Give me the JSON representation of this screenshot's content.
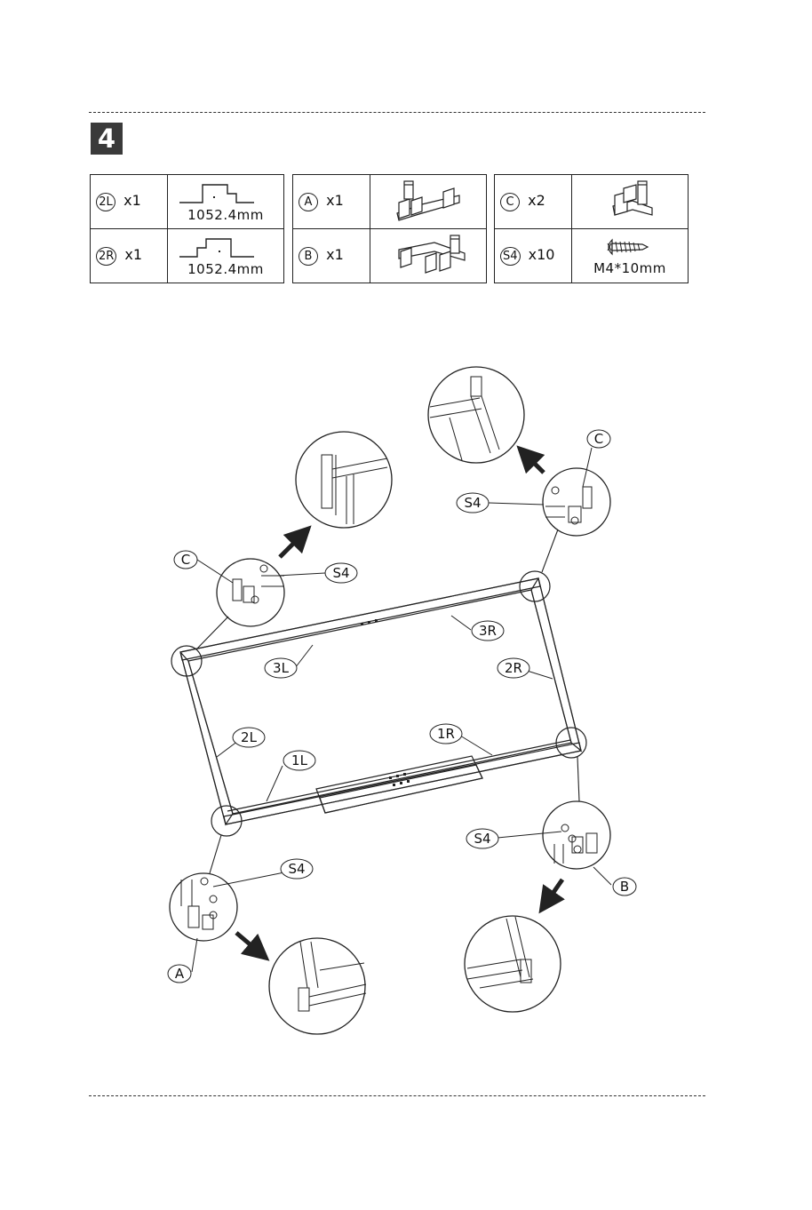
{
  "step": {
    "number": "4"
  },
  "parts": {
    "frames": [
      {
        "id": "2L",
        "qty": "x1",
        "dimension": "1052.4mm"
      },
      {
        "id": "2R",
        "qty": "x1",
        "dimension": "1052.4mm"
      }
    ],
    "corners": [
      {
        "id": "A",
        "qty": "x1"
      },
      {
        "id": "B",
        "qty": "x1"
      }
    ],
    "hardware": [
      {
        "id": "C",
        "qty": "x2",
        "size": ""
      },
      {
        "id": "S4",
        "qty": "x10",
        "size": "M4*10mm"
      }
    ]
  },
  "callouts": {
    "c_top_left": "C",
    "s4_top_left": "S4",
    "c_top_right": "C",
    "s4_top_right": "S4",
    "label_3l": "3L",
    "label_3r": "3R",
    "label_2l": "2L",
    "label_2r": "2R",
    "label_1l": "1L",
    "label_1r": "1R",
    "s4_bottom_left": "S4",
    "a_bottom_left": "A",
    "s4_bottom_right": "S4",
    "b_bottom_right": "B"
  }
}
